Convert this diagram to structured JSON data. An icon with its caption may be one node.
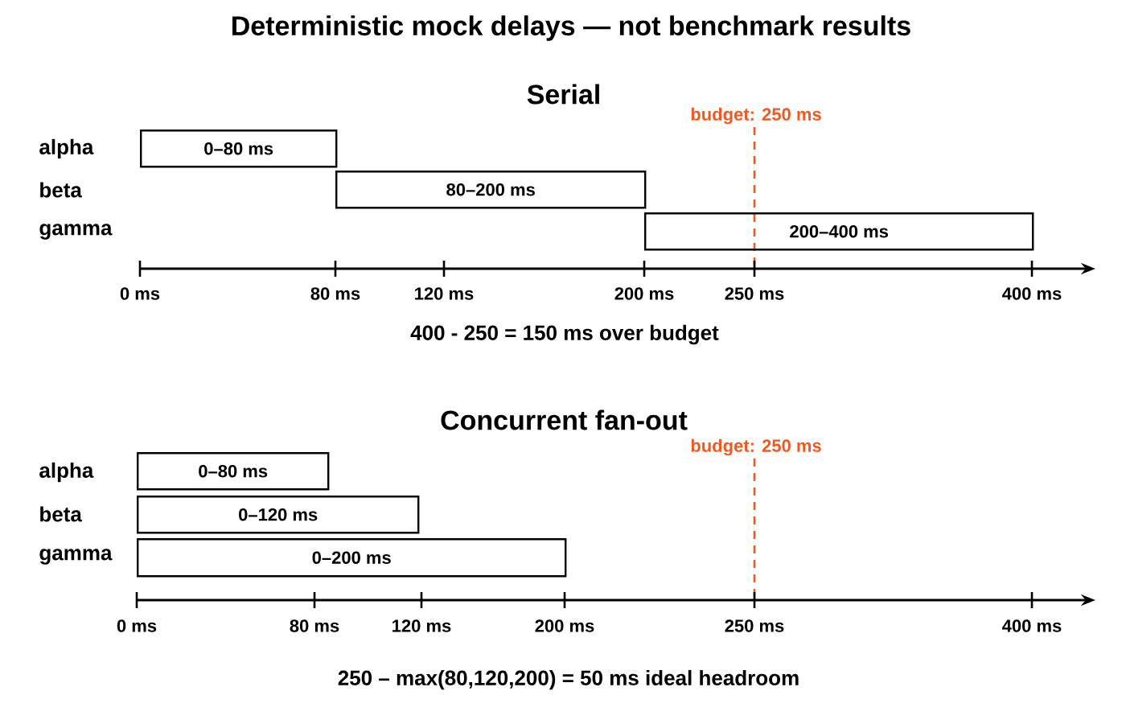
{
  "diagram": {
    "title": "Deterministic mock delays — not benchmark results",
    "nodes": [
      {
        "text": [
          "0–80 ms"
        ]
      },
      {
        "text": [
          "80–200 ms"
        ]
      },
      {
        "text": [
          "200–400 ms"
        ]
      },
      {
        "text": [
          "0–80 ms"
        ]
      },
      {
        "text": [
          "0–120 ms"
        ]
      },
      {
        "text": [
          "0–200 ms"
        ]
      }
    ],
    "labels": [
      "Serial",
      "budget: 250 ms",
      "alpha",
      "beta",
      "gamma",
      "0 ms",
      "80 ms",
      "120 ms",
      "200 ms",
      "250 ms",
      "400 ms",
      "400 - 250 = 150 ms over budget",
      "Concurrent fan-out",
      "budget: 250 ms",
      "alpha",
      "beta",
      "gamma",
      "0 ms",
      "80 ms",
      "120 ms",
      "200 ms",
      "250 ms",
      "400 ms",
      "250 – max(80,120,200) = 50 ms ideal headroom"
    ]
  }
}
